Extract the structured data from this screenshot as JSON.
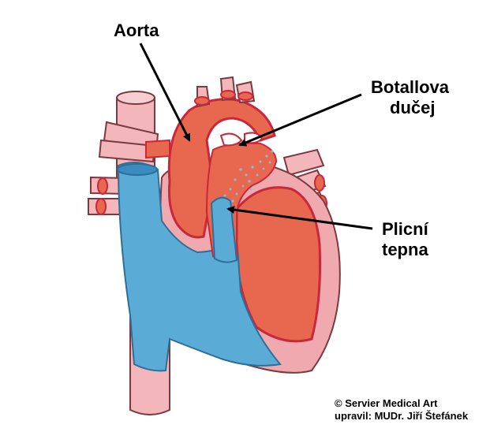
{
  "labels": {
    "aorta": "Aorta",
    "ductus_line1": "Botallova",
    "ductus_line2": "dučej",
    "pulmonary_line1": "Plicní",
    "pulmonary_line2": "tepna"
  },
  "credit": {
    "line1": "© Servier Medical Art",
    "line2": "upravil: MUDr. Jiří Štefánek"
  },
  "colors": {
    "oxygenated": "#e8684f",
    "deoxygenated": "#5aabd6",
    "vessel_outline": "#c8283a",
    "tissue_pink": "#f0a9ae",
    "vessel_pink": "#f3b6ba",
    "speckle": "#8fb9d8"
  }
}
